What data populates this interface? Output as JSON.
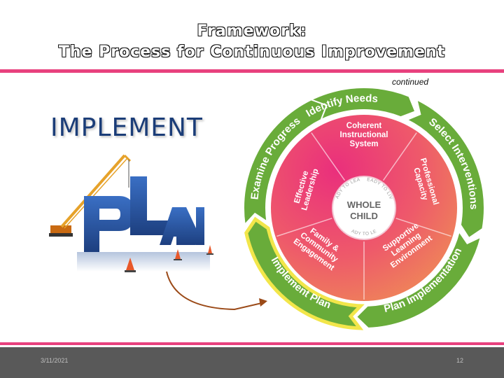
{
  "header": {
    "title_line1": "Framework:",
    "title_line2": "The Process for Continuous Improvement",
    "continued": "continued"
  },
  "left": {
    "heading": "IMPLEMENT",
    "image_letters": [
      "P",
      "L",
      "A",
      "N"
    ]
  },
  "cycle": {
    "outer_steps": [
      "Identify Needs",
      "Select Interventions",
      "Plan Implementation",
      "Implement Plan",
      "Examine Progress"
    ],
    "highlighted_step": "Implement Plan",
    "inner_segments": [
      [
        "Coherent",
        "Instructional",
        "System"
      ],
      [
        "Professional",
        "Capacity"
      ],
      [
        "Supportive",
        "Learning",
        "Environment"
      ],
      [
        "Family &",
        "Community",
        "Engagement"
      ],
      [
        "Effective",
        "Leadership"
      ]
    ],
    "center_ring_phrases": [
      "READY TO LEARN",
      "READY TO LIVE",
      "READY TO LEAD"
    ],
    "center_lines": [
      "WHOLE",
      "CHILD"
    ]
  },
  "footer": {
    "date": "3/11/2021",
    "page": "12"
  },
  "colors": {
    "accent_pink": "#e8417e",
    "ring_green": "#69ac3a",
    "highlight_yellow": "#f2e64a",
    "footer_gray": "#595959",
    "heading_blue": "#1b3d78"
  }
}
